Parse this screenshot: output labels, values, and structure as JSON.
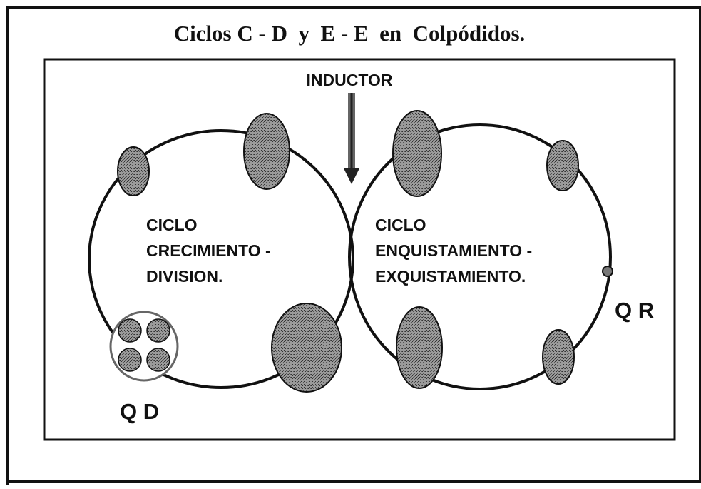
{
  "title": "Ciclos C - D  y  E - E  en  Colpódidos.",
  "inductor_label": "INDUCTOR",
  "left_cycle": {
    "line1": "CICLO",
    "line2": "CRECIMIENTO -",
    "line3": "DIVISION."
  },
  "right_cycle": {
    "line1": "CICLO",
    "line2": "ENQUISTAMIENTO -",
    "line3": "EXQUISTAMIENTO."
  },
  "qd_label": "Q D",
  "qr_label": "Q R",
  "colors": {
    "line": "#111111",
    "cell_fill": "#8a8a8a",
    "background": "#ffffff"
  }
}
